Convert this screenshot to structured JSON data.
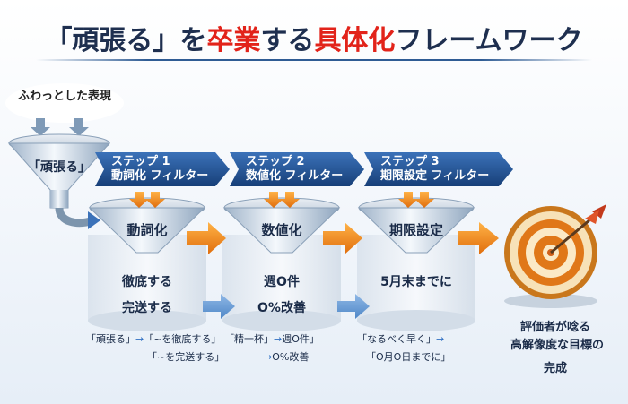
{
  "title": {
    "part1": "「頑張る」を",
    "part2": "卒業",
    "part3": "する",
    "part4": "具体化",
    "part5": "フレームワーク"
  },
  "input": {
    "label": "ふわっとした表現",
    "funnel_label": "「頑張る」"
  },
  "steps": [
    {
      "head": "ステップ 1",
      "sub": "動詞化 フィルター",
      "funnel_label": "動詞化",
      "outputs": [
        "徹底する",
        "完送する"
      ]
    },
    {
      "head": "ステップ 2",
      "sub": "数値化 フィルター",
      "funnel_label": "数値化",
      "outputs": [
        "週O件",
        "O%改善"
      ]
    },
    {
      "head": "ステップ 3",
      "sub": "期限設定 フィルター",
      "funnel_label": "期限設定",
      "outputs": [
        "5月末までに"
      ]
    }
  ],
  "examples": {
    "step1": {
      "line1a": "「頑張る」",
      "line1b": "「~を徹底する」",
      "line2": "「~を完送する」"
    },
    "step2": {
      "line1a": "「精一杯」",
      "line1b": "週O件」",
      "line2": "O%改善"
    },
    "step3": {
      "line1": "「なるべく早く」",
      "line2": "「O月O日までに」"
    }
  },
  "target": {
    "line1": "評価者が唸る",
    "line2": "高解像度な目標",
    "line2b": "の",
    "line3": "完成"
  },
  "colors": {
    "accent_red": "#e2231a",
    "step_blue": "#173f78",
    "arrow_orange": "#f08a1c",
    "arrow_blue": "#2f6fc2"
  }
}
